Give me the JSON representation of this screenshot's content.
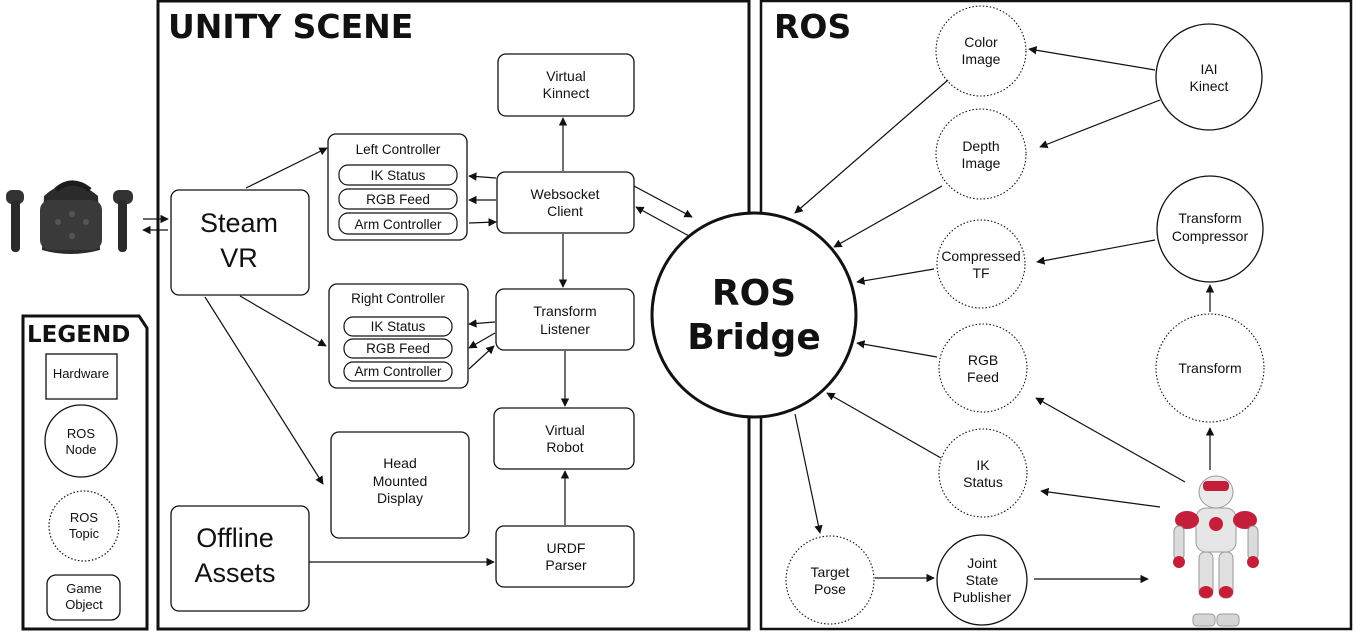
{
  "panels": {
    "unity_title": "UNITY SCENE",
    "ros_title": "ROS"
  },
  "legend": {
    "title": "LEGEND",
    "hardware": "Hardware",
    "ros_node": [
      "ROS",
      "Node"
    ],
    "ros_topic": [
      "ROS",
      "Topic"
    ],
    "game_object": [
      "Game",
      "Object"
    ]
  },
  "unity": {
    "steam_vr": [
      "Steam",
      "VR"
    ],
    "offline_assets": [
      "Offline",
      "Assets"
    ],
    "left_controller": {
      "title": "Left Controller",
      "items": [
        "IK Status",
        "RGB Feed",
        "Arm Controller"
      ]
    },
    "right_controller": {
      "title": "Right Controller",
      "items": [
        "IK Status",
        "RGB Feed",
        "Arm Controller"
      ]
    },
    "virtual_kinnect": [
      "Virtual",
      "Kinnect"
    ],
    "websocket_client": [
      "Websocket",
      "Client"
    ],
    "transform_listener": [
      "Transform",
      "Listener"
    ],
    "virtual_robot": [
      "Virtual",
      "Robot"
    ],
    "urdf_parser": [
      "URDF",
      "Parser"
    ],
    "head_mounted_display": [
      "Head",
      "Mounted",
      "Display"
    ]
  },
  "ros_bridge": [
    "ROS",
    "Bridge"
  ],
  "ros": {
    "color_image": [
      "Color",
      "Image"
    ],
    "depth_image": [
      "Depth",
      "Image"
    ],
    "compressed_tf": [
      "Compressed",
      "TF"
    ],
    "rgb_feed": [
      "RGB",
      "Feed"
    ],
    "ik_status": [
      "IK",
      "Status"
    ],
    "target_pose": [
      "Target",
      "Pose"
    ],
    "joint_state_publisher": [
      "Joint",
      "State",
      "Publisher"
    ],
    "iai_kinect": [
      "IAI",
      "Kinect"
    ],
    "transform_compressor": [
      "Transform",
      "Compressor"
    ],
    "transform": [
      "Transform"
    ]
  },
  "colors": {
    "robot_accent": "#c41e3a",
    "line": "#111111"
  }
}
